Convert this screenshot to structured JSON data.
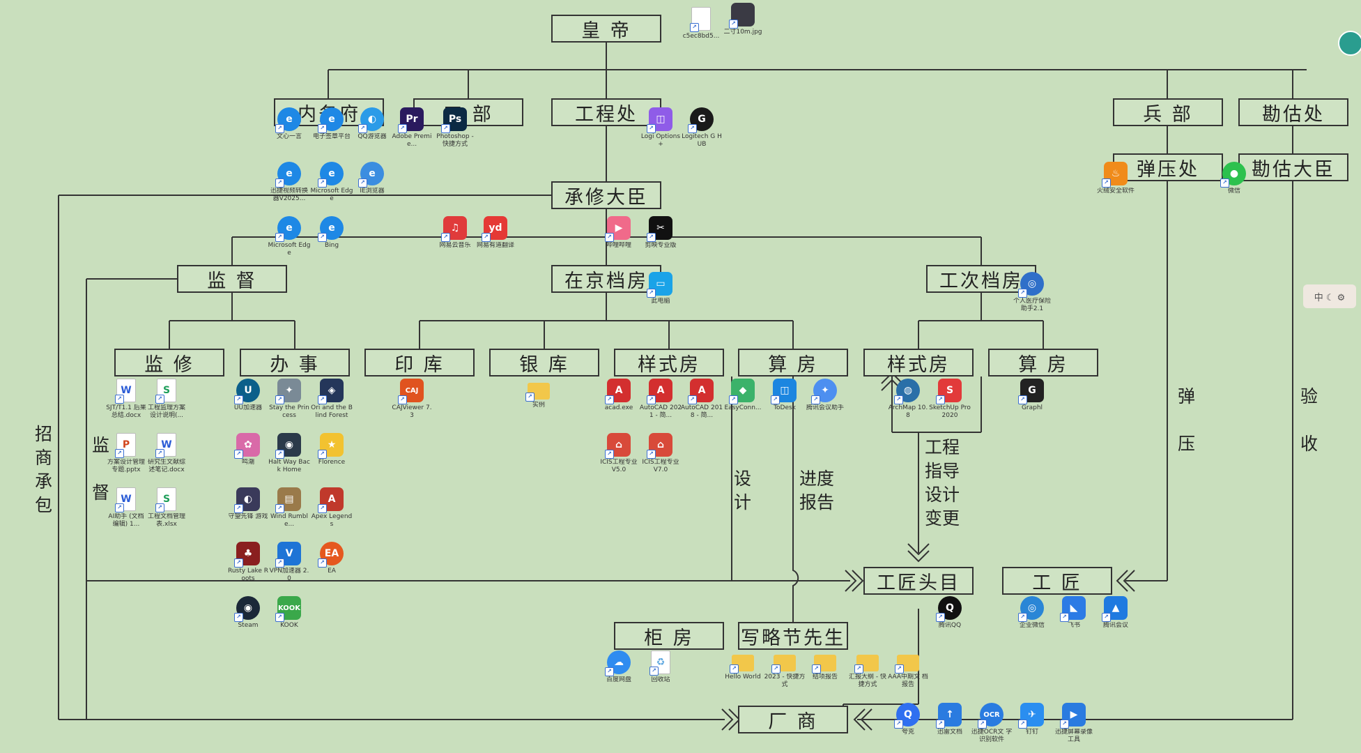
{
  "boxes": {
    "emperor": "皇 帝",
    "neiwufu": "内务府",
    "gongbu": "工 部",
    "gongchengchu": "工程处",
    "bingbu": "兵 部",
    "kanguchu": "勘估处",
    "tanyachu": "弹压处",
    "kangudachen": "勘估大臣",
    "chengxiudachen": "承修大臣",
    "jiandu": "监 督",
    "zaijingdangfang": "在京档房",
    "gongcidangfang": "工次档房",
    "jianxiu": "监 修",
    "banshi": "办 事",
    "yinku": "印 库",
    "yinku2": "银 库",
    "yangshifang": "样式房",
    "suanfang": "算 房",
    "yangshifang2": "样式房",
    "suanfang2": "算 房",
    "gongjiangtoumu": "工匠头目",
    "gongjiang": "工 匠",
    "guifang": "柜 房",
    "xieluejiexiansheng": "写略节先生",
    "changshang": "厂 商"
  },
  "vertical_labels": {
    "zhaoshang": "招\n商\n承\n包",
    "jiandu_side": "监\n\n督",
    "sheji": "设\n计",
    "jindu": "进度\n报告",
    "zhidao": "工程\n指导\n设计\n变更",
    "tanya": "弹\n\n压",
    "yanshou": "验\n\n收"
  },
  "icons": [
    {
      "label": "c5ec8bd5...",
      "glyph": "",
      "color": "#d9dde6",
      "shape": "doc"
    },
    {
      "label": "二寸10m.jpg",
      "glyph": "",
      "color": "#3a3a44",
      "shape": "box"
    },
    {
      "label": "文心一言",
      "glyph": "e",
      "color": "#1e88e5",
      "shape": "round"
    },
    {
      "label": "电子签章平台",
      "glyph": "e",
      "color": "#1e88e5",
      "shape": "round"
    },
    {
      "label": "QQ游览器",
      "glyph": "◐",
      "color": "#2b9be8",
      "shape": "round"
    },
    {
      "label": "Adobe Premie...",
      "glyph": "Pr",
      "color": "#2a1a5e",
      "shape": "box"
    },
    {
      "label": "Photoshop - 快捷方式",
      "glyph": "Ps",
      "color": "#0c2a44",
      "shape": "box"
    },
    {
      "label": "Logi Options+",
      "glyph": "◫",
      "color": "#8f5ce8",
      "shape": "box"
    },
    {
      "label": "Logitech G HUB",
      "glyph": "G",
      "color": "#1a1a1a",
      "shape": "round"
    },
    {
      "label": "迅捷视频转换 器V2025...",
      "glyph": "e",
      "color": "#1e88e5",
      "shape": "round"
    },
    {
      "label": "Microsoft Edge",
      "glyph": "e",
      "color": "#1e88e5",
      "shape": "round"
    },
    {
      "label": "IE浏览器",
      "glyph": "e",
      "color": "#3b8de0",
      "shape": "round"
    },
    {
      "label": "Microsoft Edge",
      "glyph": "e",
      "color": "#1e88e5",
      "shape": "round"
    },
    {
      "label": "Bing",
      "glyph": "e",
      "color": "#1e88e5",
      "shape": "round"
    },
    {
      "label": "网易云音乐",
      "glyph": "♫",
      "color": "#e03b3b",
      "shape": "box"
    },
    {
      "label": "网易有道翻译",
      "glyph": "yd",
      "color": "#e53935",
      "shape": "box"
    },
    {
      "label": "哔哩哔哩",
      "glyph": "▶",
      "color": "#f06a8a",
      "shape": "box"
    },
    {
      "label": "剪映专业版",
      "glyph": "✂",
      "color": "#111111",
      "shape": "box"
    },
    {
      "label": "此电脑",
      "glyph": "▭",
      "color": "#1aa3e8",
      "shape": "box"
    },
    {
      "label": "个人医疗保险 助手2.1",
      "glyph": "◎",
      "color": "#2f6fc9",
      "shape": "round"
    },
    {
      "label": "火绒安全软件",
      "glyph": "♨",
      "color": "#f08b1a",
      "shape": "box"
    },
    {
      "label": "微信",
      "glyph": "●",
      "color": "#2dc14e",
      "shape": "round"
    },
    {
      "label": "SJT/T1.1 后果 总结.docx",
      "glyph": "W",
      "color": "#2b5cd6",
      "shape": "doc"
    },
    {
      "label": "工程监理方案 设计说明(...",
      "glyph": "S",
      "color": "#1e9e5a",
      "shape": "doc"
    },
    {
      "label": "UU加速器",
      "glyph": "U",
      "color": "#0b5f8a",
      "shape": "round"
    },
    {
      "label": "Stay the Princess",
      "glyph": "✦",
      "color": "#7a8a96",
      "shape": "box"
    },
    {
      "label": "Ori and the Blind Forest",
      "glyph": "◈",
      "color": "#24365a",
      "shape": "box"
    },
    {
      "label": "CAJViewer 7.3",
      "glyph": "CAJ",
      "color": "#e0531f",
      "shape": "box"
    },
    {
      "label": "实例",
      "glyph": "",
      "color": "#f2c74a",
      "shape": "folder"
    },
    {
      "label": "acad.exe",
      "glyph": "A",
      "color": "#d32f2f",
      "shape": "box"
    },
    {
      "label": "AutoCAD 2021 - 简...",
      "glyph": "A",
      "color": "#d32f2f",
      "shape": "box"
    },
    {
      "label": "AutoCAD 2018 - 简...",
      "glyph": "A",
      "color": "#d32f2f",
      "shape": "box"
    },
    {
      "label": "EasyConn...",
      "glyph": "◆",
      "color": "#3bb26a",
      "shape": "box"
    },
    {
      "label": "ToDesk",
      "glyph": "◫",
      "color": "#1c86e0",
      "shape": "box"
    },
    {
      "label": "腾讯会议助手",
      "glyph": "✦",
      "color": "#4d8ff0",
      "shape": "round"
    },
    {
      "label": "ArchMap 10.8",
      "glyph": "◍",
      "color": "#2a6fa8",
      "shape": "round"
    },
    {
      "label": "SketchUp Pro 2020",
      "glyph": "S",
      "color": "#e23a3a",
      "shape": "box"
    },
    {
      "label": "Graphl",
      "glyph": "G",
      "color": "#222222",
      "shape": "box"
    },
    {
      "label": "方案设计管理 专题.pptx",
      "glyph": "P",
      "color": "#d2461e",
      "shape": "doc"
    },
    {
      "label": "研究生文献综 述笔记.docx",
      "glyph": "W",
      "color": "#2b5cd6",
      "shape": "doc"
    },
    {
      "label": "鸣潮",
      "glyph": "✿",
      "color": "#d96aa8",
      "shape": "box"
    },
    {
      "label": "Halt Way Back Home",
      "glyph": "◉",
      "color": "#2b3a4a",
      "shape": "box"
    },
    {
      "label": "Florence",
      "glyph": "★",
      "color": "#f2c230",
      "shape": "box"
    },
    {
      "label": "ICIS工程专业 V5.0",
      "glyph": "⌂",
      "color": "#d84a3a",
      "shape": "box"
    },
    {
      "label": "ICIS工程专业 V7.0",
      "glyph": "⌂",
      "color": "#d84a3a",
      "shape": "box"
    },
    {
      "label": "AI助手 (文档 编辑) 1...",
      "glyph": "W",
      "color": "#2b5cd6",
      "shape": "doc"
    },
    {
      "label": "工程文档管理 表.xlsx",
      "glyph": "S",
      "color": "#1e9e5a",
      "shape": "doc"
    },
    {
      "label": "守望先锋 游戏",
      "glyph": "◐",
      "color": "#3a3a5a",
      "shape": "box"
    },
    {
      "label": "Wind Rumble...",
      "glyph": "▤",
      "color": "#9a7a4a",
      "shape": "box"
    },
    {
      "label": "Apex Legends",
      "glyph": "A",
      "color": "#c0392b",
      "shape": "box"
    },
    {
      "label": "Rusty Lake Roots",
      "glyph": "♣",
      "color": "#8a1f1f",
      "shape": "box"
    },
    {
      "label": "VPN加速器 2.0",
      "glyph": "V",
      "color": "#1e74d6",
      "shape": "box"
    },
    {
      "label": "EA",
      "glyph": "EA",
      "color": "#e5581f",
      "shape": "round"
    },
    {
      "label": "Steam",
      "glyph": "◉",
      "color": "#1b2838",
      "shape": "round"
    },
    {
      "label": "KOOK",
      "glyph": "KOOK",
      "color": "#3aa84a",
      "shape": "box"
    },
    {
      "label": "腾讯QQ",
      "glyph": "Q",
      "color": "#111111",
      "shape": "round"
    },
    {
      "label": "企业微信",
      "glyph": "◎",
      "color": "#2a86d6",
      "shape": "round"
    },
    {
      "label": "飞书",
      "glyph": "◣",
      "color": "#2c7be5",
      "shape": "box"
    },
    {
      "label": "腾讯会议",
      "glyph": "▲",
      "color": "#1f7ae0",
      "shape": "box"
    },
    {
      "label": "百度网盘",
      "glyph": "☁",
      "color": "#2f8cf0",
      "shape": "round"
    },
    {
      "label": "回收站",
      "glyph": "♻",
      "color": "#5fa8e0",
      "shape": "doc"
    },
    {
      "label": "Hello World",
      "glyph": "",
      "color": "#f2c74a",
      "shape": "folder"
    },
    {
      "label": "2023 - 快捷方式",
      "glyph": "",
      "color": "#f2c74a",
      "shape": "folder"
    },
    {
      "label": "结项报告",
      "glyph": "",
      "color": "#f2c74a",
      "shape": "folder"
    },
    {
      "label": "汇报大纲 - 快捷方式",
      "glyph": "",
      "color": "#f2c74a",
      "shape": "folder"
    },
    {
      "label": "AAA中期文 档报告",
      "glyph": "",
      "color": "#f2c74a",
      "shape": "folder"
    },
    {
      "label": "夸克",
      "glyph": "Q",
      "color": "#2f6ff0",
      "shape": "round"
    },
    {
      "label": "迅雷文档",
      "glyph": "↑",
      "color": "#2a7be0",
      "shape": "box"
    },
    {
      "label": "迅捷OCR文 字识别软件",
      "glyph": "OCR",
      "color": "#2a7be0",
      "shape": "round"
    },
    {
      "label": "钉钉",
      "glyph": "✈",
      "color": "#2a8ef0",
      "shape": "box"
    },
    {
      "label": "迅捷屏幕录像 工具",
      "glyph": "▶",
      "color": "#2a7be0",
      "shape": "box"
    }
  ],
  "tray": {
    "ime": "中 ☾ ⚙"
  }
}
